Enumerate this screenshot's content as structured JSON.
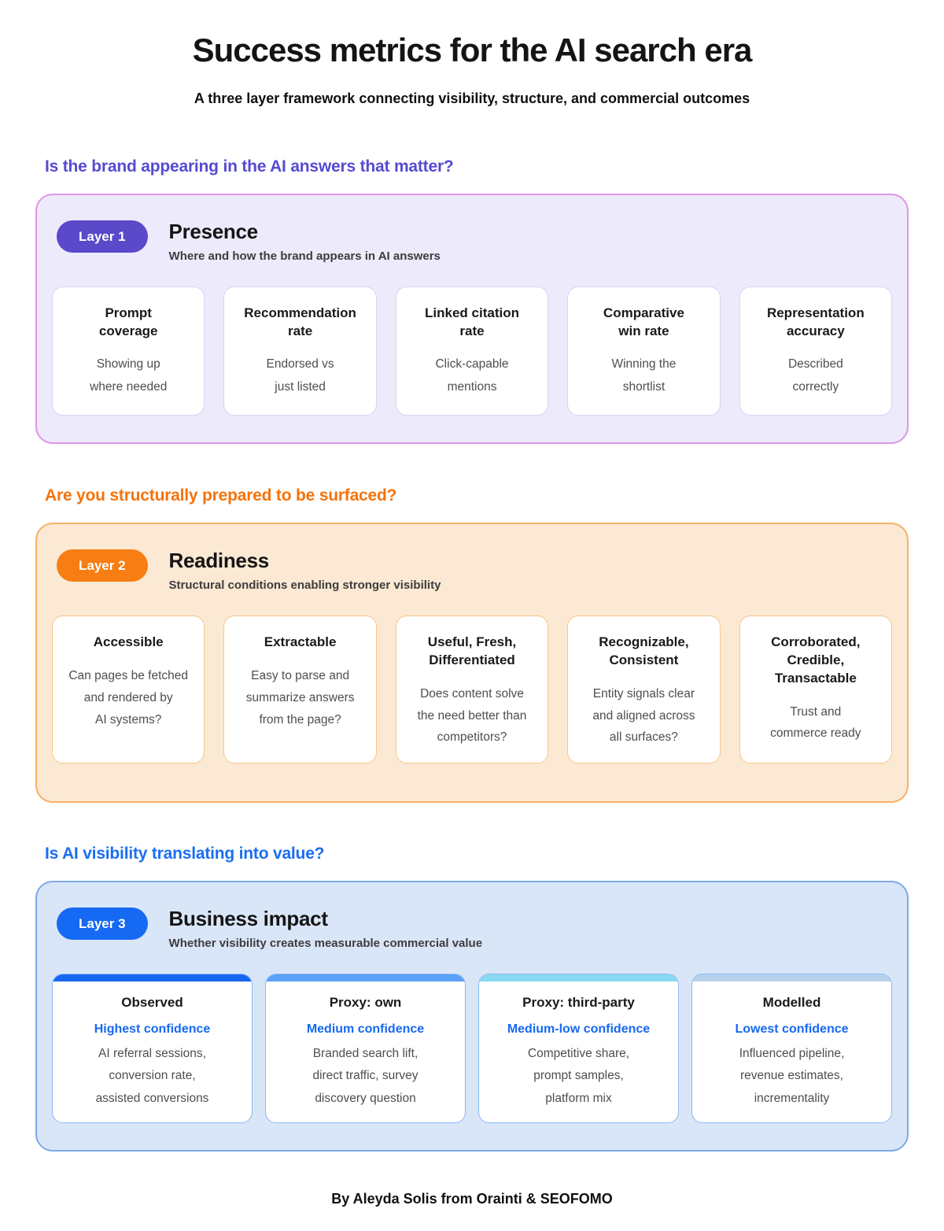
{
  "header": {
    "title": "Success metrics for the AI search era",
    "subtitle": "A three layer framework connecting visibility, structure, and commercial outcomes"
  },
  "layers": [
    {
      "question": "Is the brand appearing in the AI answers that matter?",
      "badge": "Layer 1",
      "name": "Presence",
      "description": "Where and how the brand appears in AI answers",
      "colors": {
        "accent": "#5a49c9",
        "panel_bg": "#edeafb",
        "panel_border": "#e293e8",
        "card_border": "#d9d3f4",
        "question_text": "#564bd0"
      },
      "cards": [
        {
          "title": "Prompt\ncoverage",
          "description": "Showing up\nwhere needed"
        },
        {
          "title": "Recommendation\nrate",
          "description": "Endorsed vs\njust listed"
        },
        {
          "title": "Linked citation\nrate",
          "description": "Click-capable\nmentions"
        },
        {
          "title": "Comparative\nwin rate",
          "description": "Winning the\nshortlist"
        },
        {
          "title": "Representation\naccuracy",
          "description": "Described\ncorrectly"
        }
      ]
    },
    {
      "question": "Are you structurally prepared to be surfaced?",
      "badge": "Layer 2",
      "name": "Readiness",
      "description": "Structural conditions enabling stronger visibility",
      "colors": {
        "accent": "#f87d12",
        "panel_bg": "#fbe9d3",
        "panel_border": "#f6b266",
        "card_border": "#f9c68c",
        "question_text": "#f5730b"
      },
      "cards": [
        {
          "title": "Accessible",
          "description": "Can pages be fetched\nand rendered by\nAI systems?"
        },
        {
          "title": "Extractable",
          "description": "Easy to parse and\nsummarize answers\nfrom the page?"
        },
        {
          "title": "Useful, Fresh,\nDifferentiated",
          "description": "Does content solve\nthe need better than\ncompetitors?"
        },
        {
          "title": "Recognizable,\nConsistent",
          "description": "Entity signals clear\nand aligned across\nall surfaces?"
        },
        {
          "title": "Corroborated,\nCredible,\nTransactable",
          "description": "Trust and\ncommerce ready"
        }
      ]
    },
    {
      "question": "Is AI visibility translating into value?",
      "badge": "Layer 3",
      "name": "Business impact",
      "description": "Whether visibility creates measurable commercial value",
      "colors": {
        "accent": "#1669f2",
        "panel_bg": "#d9e6f8",
        "panel_border": "#7ea9e9",
        "card_border": "#8cb9f1",
        "question_text": "#1b6ef3",
        "confidence_text": "#1669f2"
      },
      "cards": [
        {
          "title": "Observed",
          "confidence": "Highest confidence",
          "bar_color": "#1766f0",
          "description": "AI referral sessions,\nconversion rate,\nassisted conversions"
        },
        {
          "title": "Proxy: own",
          "confidence": "Medium confidence",
          "bar_color": "#5ba0f7",
          "description": "Branded search lift,\ndirect traffic, survey\ndiscovery question"
        },
        {
          "title": "Proxy: third-party",
          "confidence": "Medium-low confidence",
          "bar_color": "#87d8f2",
          "description": "Competitive share,\nprompt samples,\nplatform mix"
        },
        {
          "title": "Modelled",
          "confidence": "Lowest confidence",
          "bar_color": "#b7d0ec",
          "description": "Influenced pipeline,\nrevenue estimates,\nincrementality"
        }
      ]
    }
  ],
  "footer": {
    "credit": "By Aleyda Solis from Orainti & SEOFOMO"
  }
}
